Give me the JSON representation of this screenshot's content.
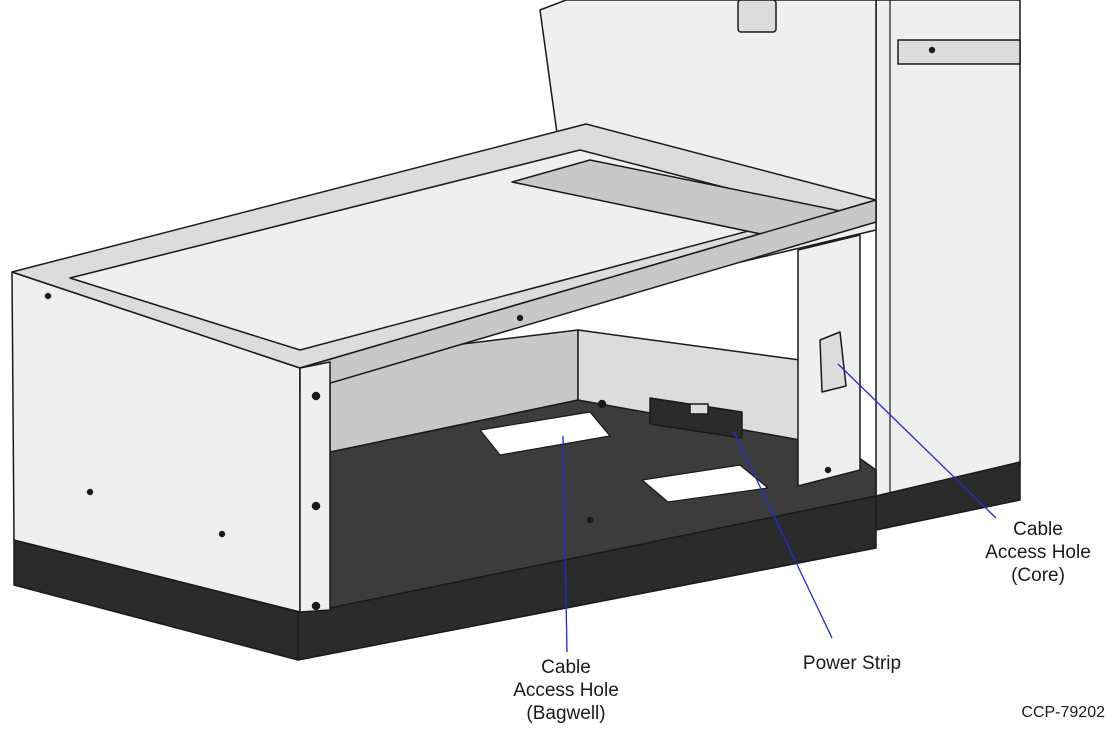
{
  "colors": {
    "outline": "#1a1a1a",
    "panel_light": "#efefef",
    "panel_mid": "#dcdcdc",
    "panel_dark": "#c8c8c8",
    "floor": "#3c3c3c",
    "base": "#2b2b2b",
    "hole": "#ffffff",
    "callout_line": "#1f2bd6"
  },
  "callouts": {
    "core": {
      "line1": "Cable",
      "line2": "Access Hole",
      "line3": "(Core)"
    },
    "bagwell": {
      "line1": "Cable",
      "line2": "Access Hole",
      "line3": "(Bagwell)"
    },
    "power_strip": {
      "text": "Power Strip"
    }
  },
  "figure_id": "CCP-79202"
}
